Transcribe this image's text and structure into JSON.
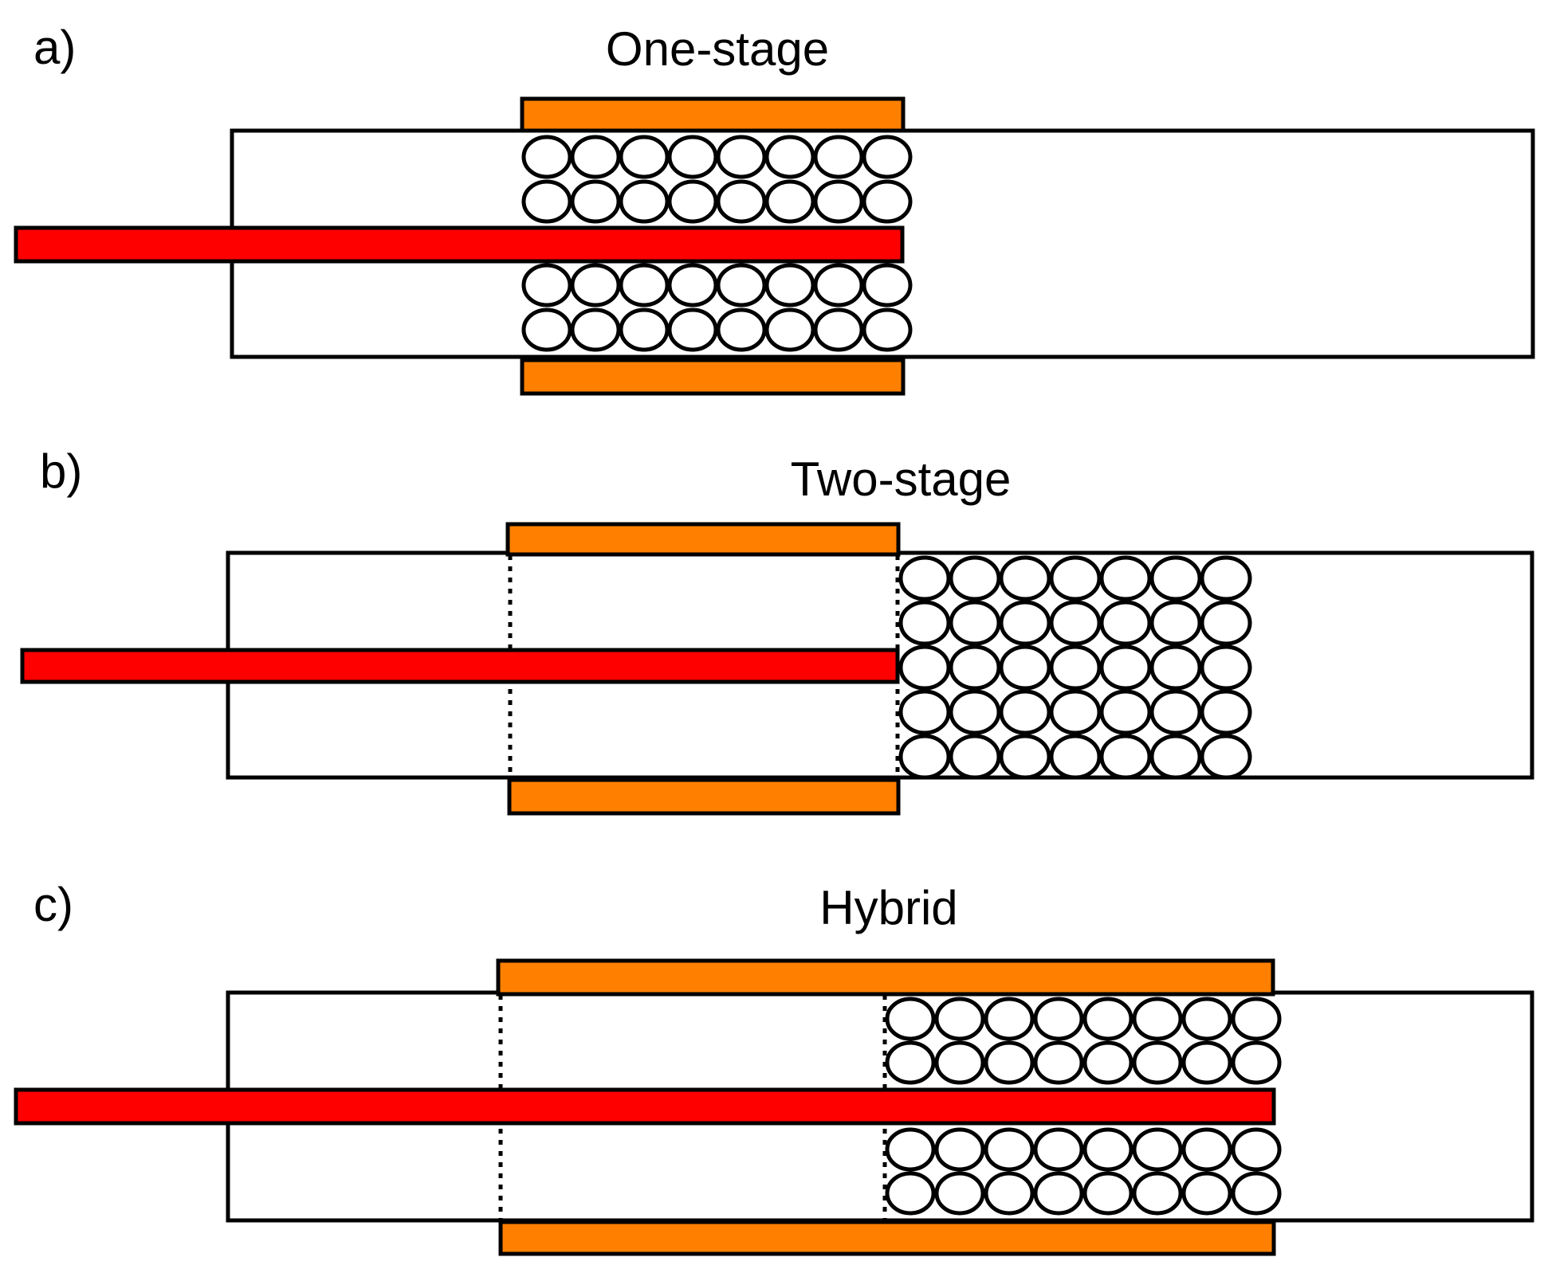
{
  "colors": {
    "heater": "#ff8000",
    "rod": "#ff0000",
    "outline": "#000000",
    "background": "#ffffff"
  },
  "panels": [
    {
      "letter": "a)",
      "title": "One-stage"
    },
    {
      "letter": "b)",
      "title": "Two-stage"
    },
    {
      "letter": "c)",
      "title": "Hybrid"
    }
  ]
}
